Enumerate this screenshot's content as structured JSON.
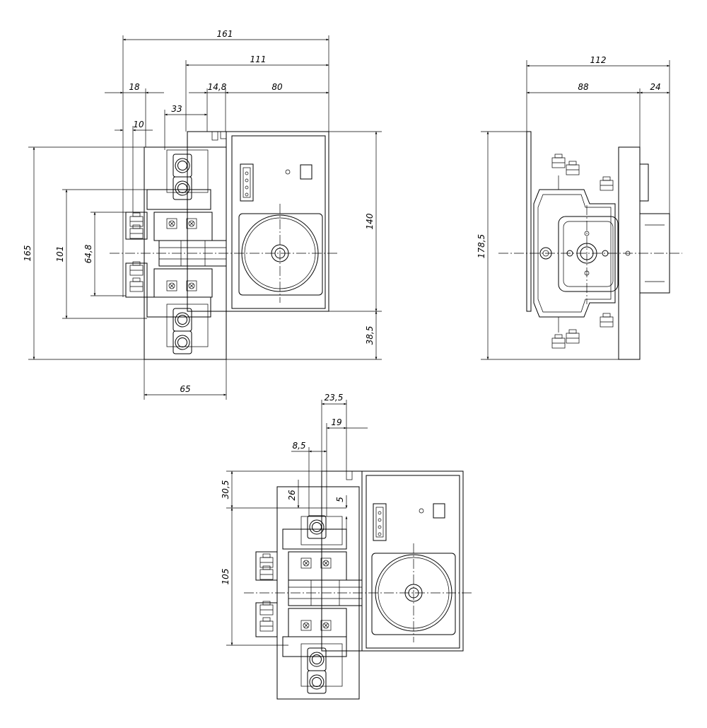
{
  "front_view": {
    "dimensions": [
      "161",
      "111",
      "18",
      "14,8",
      "80",
      "33",
      "10",
      "165",
      "101",
      "64,8",
      "140",
      "38,5",
      "65"
    ]
  },
  "side_view": {
    "dimensions": [
      "112",
      "88",
      "24",
      "178,5"
    ]
  },
  "bottom_view": {
    "dimensions": [
      "23,5",
      "19",
      "8,5",
      "30,5",
      "26",
      "5",
      "105"
    ]
  }
}
